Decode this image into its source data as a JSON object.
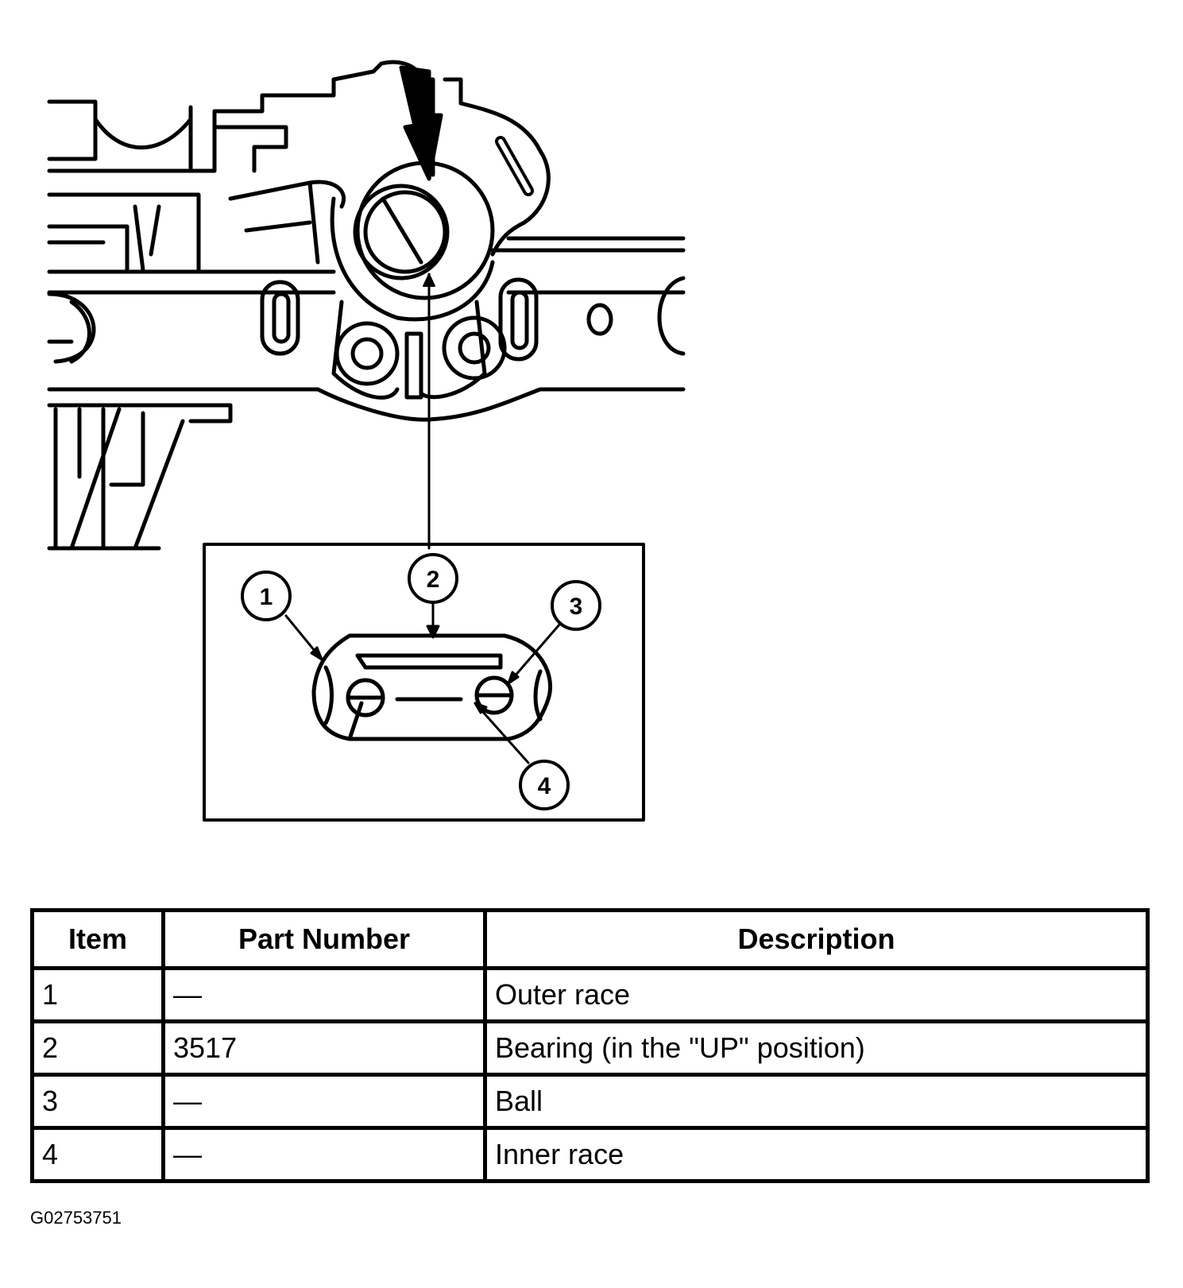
{
  "callouts": [
    "1",
    "2",
    "3",
    "4"
  ],
  "table": {
    "headers": [
      "Item",
      "Part Number",
      "Description"
    ],
    "rows": [
      {
        "item": "1",
        "part_number": "—",
        "description": "Outer race"
      },
      {
        "item": "2",
        "part_number": "3517",
        "description": "Bearing (in the \"UP\" position)"
      },
      {
        "item": "3",
        "part_number": "—",
        "description": "Ball"
      },
      {
        "item": "4",
        "part_number": "—",
        "description": "Inner race"
      }
    ]
  },
  "figure_id": "G02753751"
}
